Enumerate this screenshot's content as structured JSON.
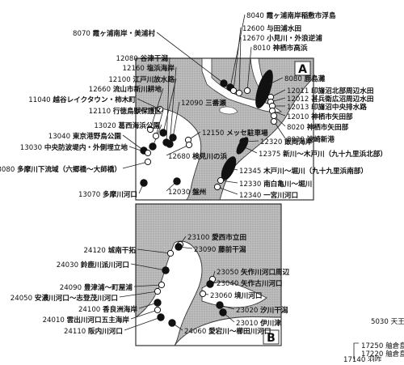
{
  "panels": [
    {
      "id": "panel-a",
      "letter": "A"
    },
    {
      "id": "panel-b",
      "letter": "B"
    }
  ],
  "stations": [
    {
      "code": "8040",
      "name": "霞ヶ浦南岸稲敷市浮島",
      "mark": "filled"
    },
    {
      "code": "12600",
      "name": "与田浦水田",
      "mark": "open"
    },
    {
      "code": "12670",
      "name": "小見川・外浪逆浦",
      "mark": "open"
    },
    {
      "code": "8010",
      "name": "神栖市高浜",
      "mark": "open"
    },
    {
      "code": "8070",
      "name": "霞ヶ浦南岸・美浦村",
      "mark": "filled"
    },
    {
      "code": "12080",
      "name": "谷津干潟",
      "mark": "filled"
    },
    {
      "code": "12160",
      "name": "塩浜海岸",
      "mark": "filled"
    },
    {
      "code": "12100",
      "name": "江戸川放水路",
      "mark": "filled"
    },
    {
      "code": "12660",
      "name": "流山市新川耕地",
      "mark": "open"
    },
    {
      "code": "11040",
      "name": "越谷レイクタウン・柿木町",
      "mark": "open"
    },
    {
      "code": "12110",
      "name": "行徳鳥獣保護区",
      "mark": "open"
    },
    {
      "code": "13020",
      "name": "葛西海浜公園",
      "mark": "filled"
    },
    {
      "code": "13040",
      "name": "東京港野鳥公園",
      "mark": "filled"
    },
    {
      "code": "13030",
      "name": "中央防波堤内・外側埋立地",
      "mark": "open"
    },
    {
      "code": "13080",
      "name": "多摩川下流域（六郷橋〜大師橋）",
      "mark": "open"
    },
    {
      "code": "13070",
      "name": "多摩川河口",
      "mark": "filled"
    },
    {
      "code": "12030",
      "name": "盤州",
      "mark": "filled"
    },
    {
      "code": "12090",
      "name": "三番瀬",
      "mark": "filled"
    },
    {
      "code": "12150",
      "name": "メッセ駐車場",
      "mark": "open"
    },
    {
      "code": "12680",
      "name": "検見川の浜",
      "mark": "open"
    },
    {
      "code": "8080",
      "name": "鹿島灘",
      "mark": "area"
    },
    {
      "code": "12011",
      "name": "印旛沼北部周辺水田",
      "mark": "open"
    },
    {
      "code": "12012",
      "name": "甚兵衛広沼周辺水田",
      "mark": "open"
    },
    {
      "code": "12013",
      "name": "印旛沼中央排水路",
      "mark": "open"
    },
    {
      "code": "12010",
      "name": "神栖市矢田部",
      "mark": "open"
    },
    {
      "code": "8020",
      "name": "神栖市矢田部",
      "mark": "open"
    },
    {
      "code": "8030",
      "name": "波崎新港",
      "mark": "open"
    },
    {
      "code": "12320",
      "name": "飯岡海岸",
      "mark": "filled"
    },
    {
      "code": "12375",
      "name": "新川〜木戸川（九十九里浜北部）",
      "mark": "area"
    },
    {
      "code": "12345",
      "name": "木戸川〜堀川（九十九里浜南部）",
      "mark": "area"
    },
    {
      "code": "12330",
      "name": "南白亀川〜堀川",
      "mark": "open"
    },
    {
      "code": "12340",
      "name": "一宮川河口",
      "mark": "open"
    },
    {
      "code": "23100",
      "name": "愛西市立田",
      "mark": "open"
    },
    {
      "code": "23090",
      "name": "藤前干潟",
      "mark": "filled"
    },
    {
      "code": "24120",
      "name": "城南干拓",
      "mark": "open"
    },
    {
      "code": "24030",
      "name": "鈴鹿川派川河口",
      "mark": "filled"
    },
    {
      "code": "24090",
      "name": "豊津浦〜町屋浦",
      "mark": "open"
    },
    {
      "code": "24050",
      "name": "安濃川河口〜志登茂川河口",
      "mark": "open"
    },
    {
      "code": "24100",
      "name": "香良洲海岸",
      "mark": "filled"
    },
    {
      "code": "24010",
      "name": "雲出川河口五主海岸",
      "mark": "open"
    },
    {
      "code": "24110",
      "name": "阪内川河口",
      "mark": "filled"
    },
    {
      "code": "24060",
      "name": "愛宕川〜櫛田川河口",
      "mark": "filled"
    },
    {
      "code": "23050",
      "name": "矢作川河口周辺",
      "mark": "open"
    },
    {
      "code": "23040",
      "name": "矢作古川河口",
      "mark": "filled"
    },
    {
      "code": "23060",
      "name": "境川河口",
      "mark": "open"
    },
    {
      "code": "23020",
      "name": "汐川干潟",
      "mark": "filled"
    },
    {
      "code": "23010",
      "name": "伊川津",
      "mark": "filled"
    }
  ],
  "outside_labels": [
    {
      "code": "5030",
      "name": "天王"
    },
    {
      "code": "17250",
      "name": "舳倉島"
    },
    {
      "code": "17220",
      "name": "舳倉島"
    },
    {
      "code": "17140",
      "name": "羽咋"
    }
  ]
}
